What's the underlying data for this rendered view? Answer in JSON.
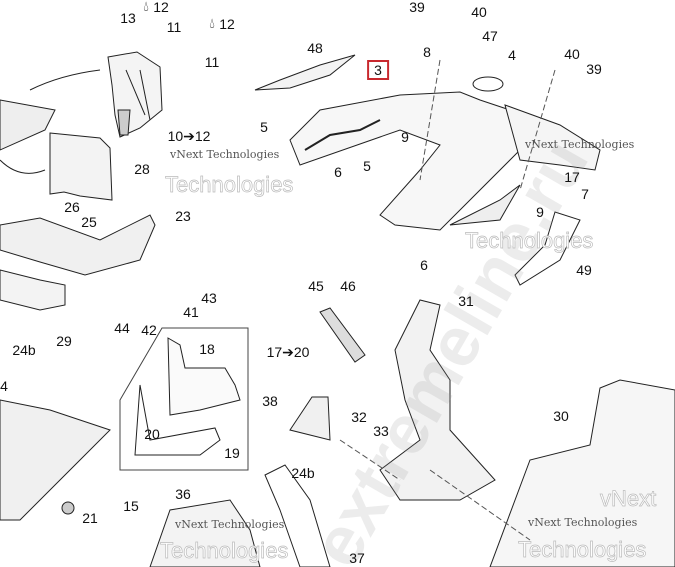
{
  "diagram": {
    "highlighted_part": "3",
    "highlight_color": "#c8282e",
    "callouts": {
      "c13": "13",
      "c12a": "12",
      "c11a": "11",
      "c12b": "12",
      "c11b": "11",
      "c48": "48",
      "c3": "3",
      "c8": "8",
      "c39a": "39",
      "c40a": "40",
      "c47": "47",
      "c4a": "4",
      "c40b": "40",
      "c39b": "39",
      "c5a": "5",
      "c9a": "9",
      "c10_12": "10➔12",
      "c28": "28",
      "c5b": "5",
      "c6a": "6",
      "c17": "17",
      "c7": "7",
      "c9b": "9",
      "c26": "26",
      "c25": "25",
      "c23": "23",
      "c6b": "6",
      "c49": "49",
      "c45": "45",
      "c46": "46",
      "c31": "31",
      "c43": "43",
      "c41": "41",
      "c42": "42",
      "c44": "44",
      "c24b_a": "24b",
      "c29": "29",
      "c18": "18",
      "c17_20": "17➔20",
      "c4b": "4",
      "c38": "38",
      "c32": "32",
      "c33": "33",
      "c20": "20",
      "c19": "19",
      "c30": "30",
      "c24b_b": "24b",
      "c21": "21",
      "c15": "15",
      "c36": "36",
      "c37": "37"
    },
    "drop_icon": "oil-drop-icon",
    "watermarks": {
      "small": "vNext Technologies",
      "big": "Technologies",
      "big2": "vNext",
      "diag": "extremeline.ru"
    }
  }
}
